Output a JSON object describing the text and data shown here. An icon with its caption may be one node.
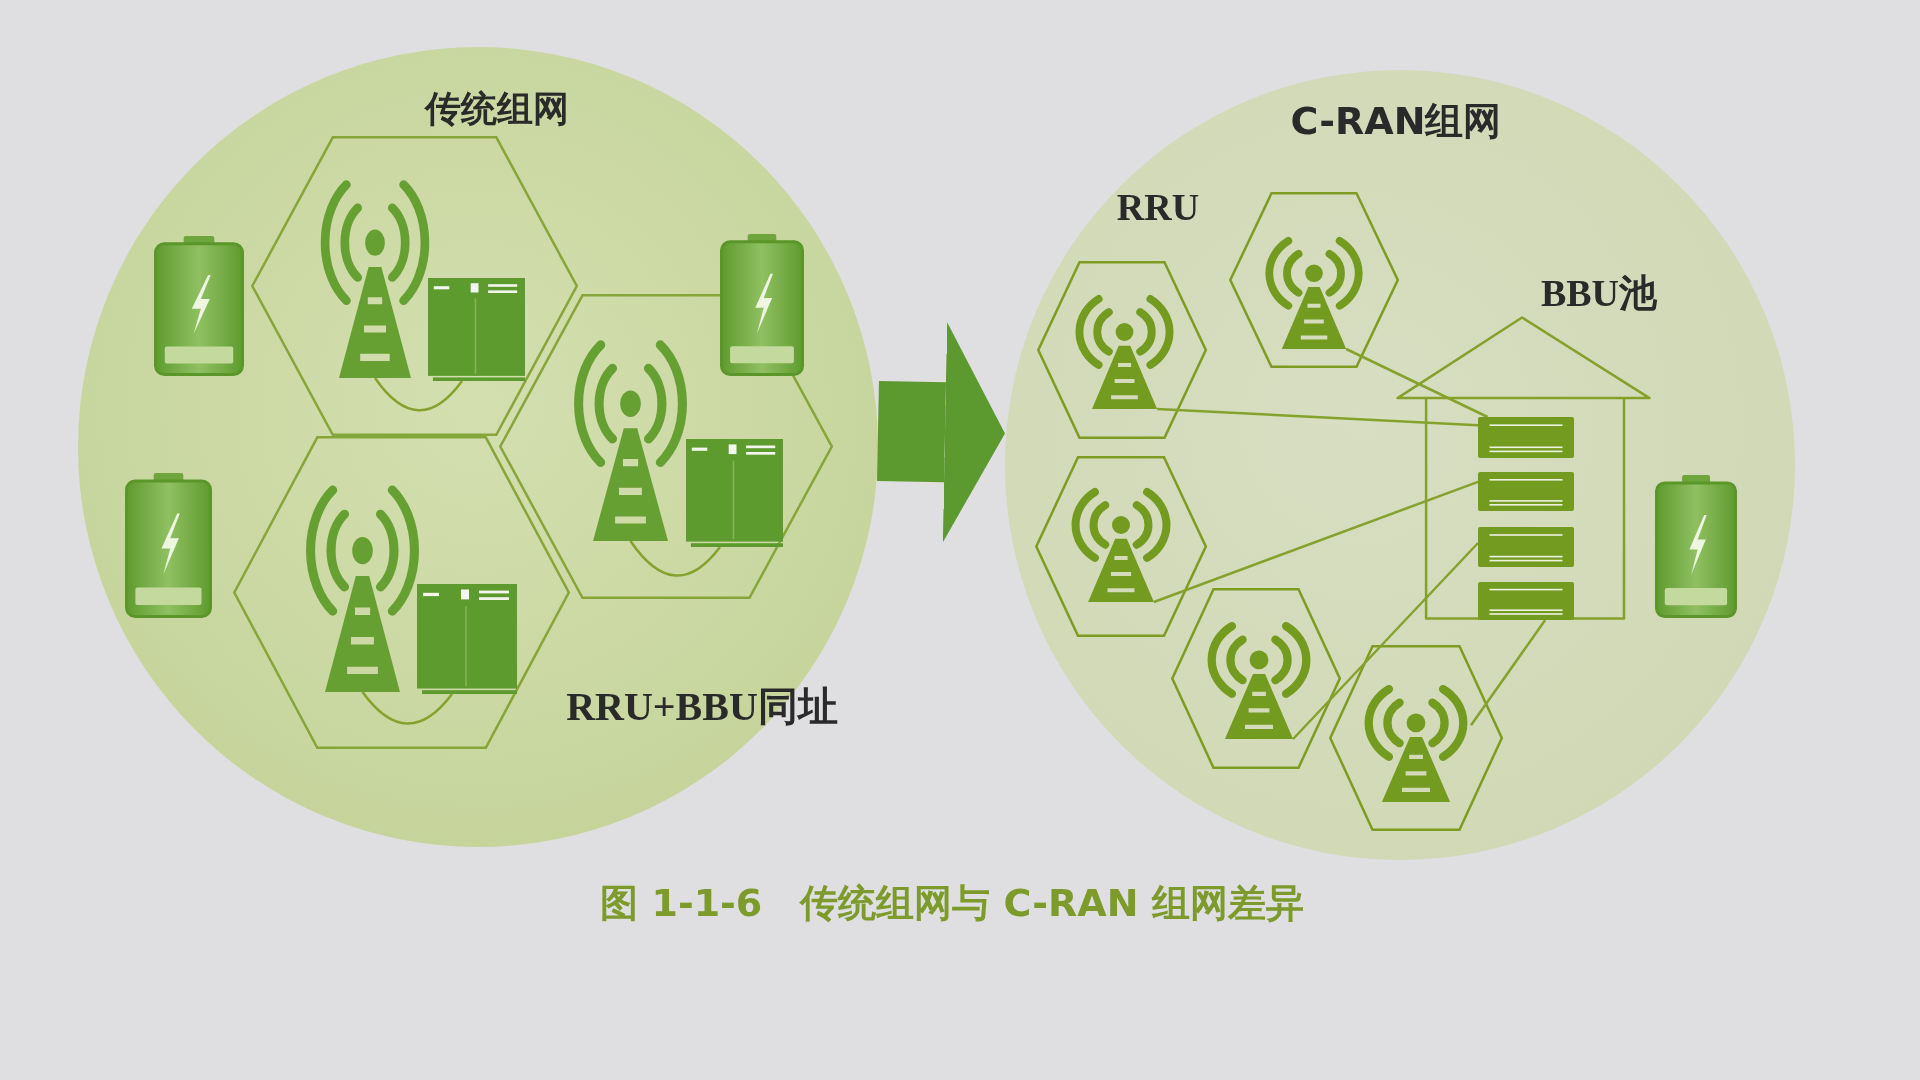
{
  "diagram": {
    "caption": "图 1-1-6　传统组网与 C-RAN 组网差异",
    "nodes": [
      {
        "text": [
          "传统组网"
        ]
      },
      {
        "text": [],
        "shape": "hexagon",
        "in": 0
      },
      {
        "text": [],
        "shape": "picture",
        "in": 1
      },
      {
        "text": [],
        "shape": "box",
        "in": 1
      },
      {
        "text": [],
        "shape": "hexagon",
        "in": 0
      },
      {
        "text": [],
        "shape": "picture",
        "in": 4
      },
      {
        "text": [],
        "shape": "box",
        "in": 4
      },
      {
        "text": [],
        "shape": "hexagon",
        "in": 0
      },
      {
        "text": [],
        "shape": "picture",
        "in": 7
      },
      {
        "text": [],
        "shape": "box",
        "in": 7
      },
      {
        "text": [
          "C-RAN组网"
        ]
      },
      {
        "text": [],
        "shape": "hexagon",
        "in": 10
      },
      {
        "text": [],
        "shape": "picture",
        "in": 11
      },
      {
        "text": [],
        "shape": "hexagon",
        "in": 10
      },
      {
        "text": [],
        "shape": "picture",
        "in": 13
      },
      {
        "text": [
          "BBU池"
        ],
        "in": 10
      },
      {
        "text": [],
        "shape": "box",
        "in": 15
      },
      {
        "text": [],
        "shape": "box",
        "in": 15
      },
      {
        "text": [],
        "shape": "box",
        "in": 15
      },
      {
        "text": [],
        "shape": "box",
        "in": 15
      },
      {
        "text": [],
        "shape": "hexagon",
        "in": 10
      },
      {
        "text": [],
        "shape": "picture",
        "in": 20
      },
      {
        "text": [],
        "shape": "hexagon",
        "in": 10
      },
      {
        "text": [],
        "shape": "picture",
        "in": 22
      },
      {
        "text": [],
        "shape": "hexagon",
        "in": 10
      },
      {
        "text": [],
        "shape": "picture",
        "in": 24
      }
    ],
    "edges": [
      {
        "from": 0,
        "to": 10,
        "arrow": "to",
        "style": "thick",
        "color": "#5c9a30"
      },
      {
        "from": 2,
        "to": 3,
        "arrow": "none"
      },
      {
        "from": 5,
        "to": 6,
        "arrow": "none"
      },
      {
        "from": 8,
        "to": 9,
        "arrow": "none"
      },
      {
        "from": 14,
        "to": 16,
        "arrow": "none"
      },
      {
        "from": 12,
        "to": 16,
        "arrow": "none"
      },
      {
        "from": 21,
        "to": 17,
        "arrow": "none"
      },
      {
        "from": 23,
        "to": 18,
        "arrow": "none"
      },
      {
        "from": 25,
        "to": 19,
        "arrow": "none"
      }
    ],
    "labels": [
      "RRU+BBU同址",
      "RRU"
    ]
  }
}
